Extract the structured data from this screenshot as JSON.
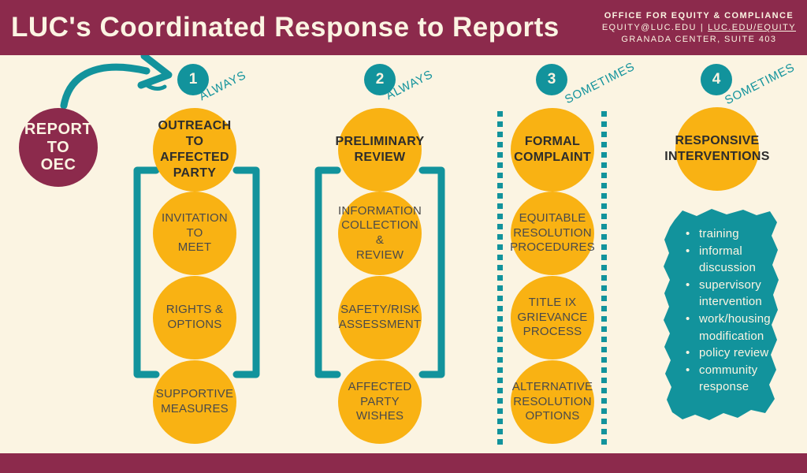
{
  "header": {
    "title": "LUC's Coordinated Response to Reports",
    "org": "OFFICE FOR EQUITY & COMPLIANCE",
    "email": "EQUITY@LUC.EDU",
    "separator": "|",
    "url": "LUC.EDU/EQUITY",
    "address": "GRANADA CENTER, SUITE 403"
  },
  "report_badge": {
    "label": "REPORT\nTO\nOEC"
  },
  "columns": [
    {
      "number": "1",
      "frequency": "ALWAYS",
      "heading": "OUTREACH TO\nAFFECTED PARTY",
      "steps": [
        "INVITATION TO\nMEET",
        "RIGHTS &\nOPTIONS",
        "SUPPORTIVE\nMEASURES"
      ]
    },
    {
      "number": "2",
      "frequency": "ALWAYS",
      "heading": "PRELIMINARY\nREVIEW",
      "steps": [
        "INFORMATION\nCOLLECTION &\nREVIEW",
        "SAFETY/RISK\nASSESSMENT",
        "AFFECTED\nPARTY WISHES"
      ]
    },
    {
      "number": "3",
      "frequency": "SOMETIMES",
      "heading": "FORMAL\nCOMPLAINT",
      "steps": [
        "EQUITABLE\nRESOLUTION\nPROCEDURES",
        "TITLE IX\nGRIEVANCE\nPROCESS",
        "ALTERNATIVE\nRESOLUTION\nOPTIONS"
      ]
    },
    {
      "number": "4",
      "frequency": "SOMETIMES",
      "heading": "RESPONSIVE\nINTERVENTIONS",
      "bullets": [
        "training",
        "informal discussion",
        "supervisory intervention",
        "work/housing modification",
        "policy review",
        "community response"
      ]
    }
  ],
  "colors": {
    "maroon": "#8C2A4C",
    "teal": "#12939C",
    "yellow": "#F9B213",
    "cream": "#FBF4E2",
    "ink": "#2D2D2D",
    "ink-soft": "#4A4A4A"
  }
}
